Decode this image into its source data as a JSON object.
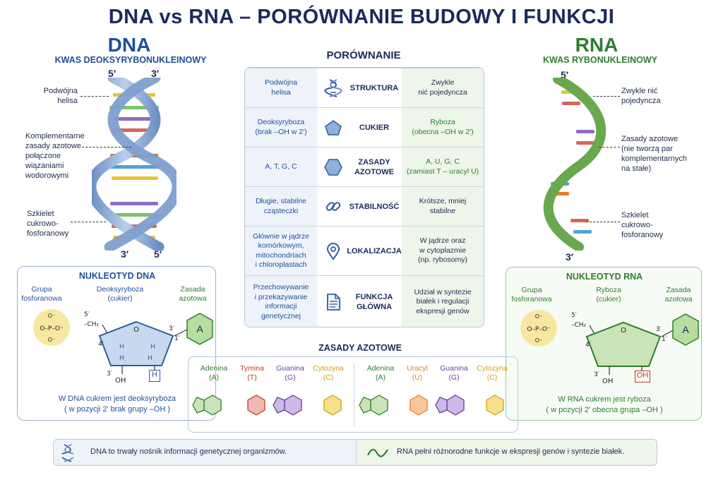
{
  "title": "DNA vs RNA – PORÓWNANIE BUDOWY I FUNKCJI",
  "dna": {
    "heading": "DNA",
    "subheading": "KWAS DEOKSYRYBONUKLEINOWY",
    "end_top_left": "5′",
    "end_top_right": "3′",
    "end_bottom_left": "3′",
    "end_bottom_right": "5′",
    "annotations": [
      "Podwójna\nhelisa",
      "Komplementarne\nzasady azotowe\npołączone\nwiązaniami\nwodorowymi",
      "Szkielet\ncukrowo-\nfosforanowy"
    ]
  },
  "rna": {
    "heading": "RNA",
    "subheading": "KWAS RYBONUKLEINOWY",
    "end_top": "5′",
    "end_bottom": "3′",
    "annotations": [
      "Zwykle nić\npojedyncza",
      "Zasady azotowe\n(nie tworzą par\nkomplementarnych\nna stałe)",
      "Szkielet\ncukrowo-\nfosforanowy"
    ]
  },
  "comparison": {
    "heading": "PORÓWNANIE",
    "rows": [
      {
        "dna": "Podwójna\nhelisa",
        "label": "STRUKTURA",
        "icon": "dna-helix-icon",
        "rna": "Zwykle\nnić pojedyncza",
        "rna_green": false
      },
      {
        "dna": "Deoksyryboza\n(brak –OH w 2′)",
        "label": "CUKIER",
        "icon": "pentagon-icon",
        "rna": "Ryboza\n(obecna –OH w 2′)",
        "rna_green": true
      },
      {
        "dna": "A, T, G, C",
        "label": "ZASADY\nAZOTOWE",
        "icon": "hexagon-icon",
        "rna": "A, U, G, C\n(zamiast T – uracyl U)",
        "rna_green": true
      },
      {
        "dna": "Długie, stabilne\ncząsteczki",
        "label": "STABILNOŚĆ",
        "icon": "chain-link-icon",
        "rna": "Krótsze, mniej\nstabilne",
        "rna_green": false
      },
      {
        "dna": "Głównie w jądrze\nkomórkowym,\nmitochondriach\ni chloroplastach",
        "label": "LOKALIZACJA",
        "icon": "location-pin-icon",
        "rna": "W jądrze oraz\nw cytoplazmie\n(np. rybosomy)",
        "rna_green": false
      },
      {
        "dna": "Przechowywanie\ni przekazywanie\ninformacji\ngenetycznej",
        "label": "FUNKCJA\nGŁÓWNA",
        "icon": "document-icon",
        "rna": "Udział w syntezie\nbiałek i regulacji\nekspresji genów",
        "rna_green": false
      }
    ]
  },
  "dna_nucleotide": {
    "heading": "NUKLEOTYD DNA",
    "phosphate": "Grupa\nfosforanowa",
    "sugar": "Deoksyryboza\n(cukier)",
    "base": "Zasada\nazotowa",
    "base_letter": "A",
    "c2_group": "H",
    "note": "W DNA cukrem jest deoksyryboza\n( w pozycji 2′ brak grupy –OH )"
  },
  "rna_nucleotide": {
    "heading": "NUKLEOTYD RNA",
    "phosphate": "Grupa\nfosforanowa",
    "sugar": "Ryboza\n(cukier)",
    "base": "Zasada\nazotowa",
    "base_letter": "A",
    "c2_group": "OH",
    "note": "W RNA cukrem jest ryboza\n( w pozycji 2′ obecna grupa –OH )"
  },
  "bases": {
    "heading": "ZASADY AZOTOWE",
    "dna": [
      {
        "name": "Adenina",
        "letter": "(A)",
        "color": "#2e7d2e"
      },
      {
        "name": "Tymina",
        "letter": "(T)",
        "color": "#c0392b"
      },
      {
        "name": "Guanina",
        "letter": "(G)",
        "color": "#6a3d9a"
      },
      {
        "name": "Cytozyna",
        "letter": "(C)",
        "color": "#d4a017"
      }
    ],
    "rna": [
      {
        "name": "Adenina",
        "letter": "(A)",
        "color": "#2e7d2e"
      },
      {
        "name": "Uracyl",
        "letter": "(U)",
        "color": "#e67e22"
      },
      {
        "name": "Guanina",
        "letter": "(G)",
        "color": "#6a3d9a"
      },
      {
        "name": "Cytozyna",
        "letter": "(C)",
        "color": "#d4a017"
      }
    ]
  },
  "footer": {
    "dna_text": "DNA to trwały nośnik informacji genetycznej organizmów.",
    "rna_text": "RNA pełni różnorodne funkcje w ekspresji genów i syntezie białek."
  },
  "colors": {
    "dna_blue": "#1f4e9c",
    "rna_green": "#2e7d2e",
    "helix_blue": "#8fb0d8",
    "helix_green": "#6aa84f"
  }
}
